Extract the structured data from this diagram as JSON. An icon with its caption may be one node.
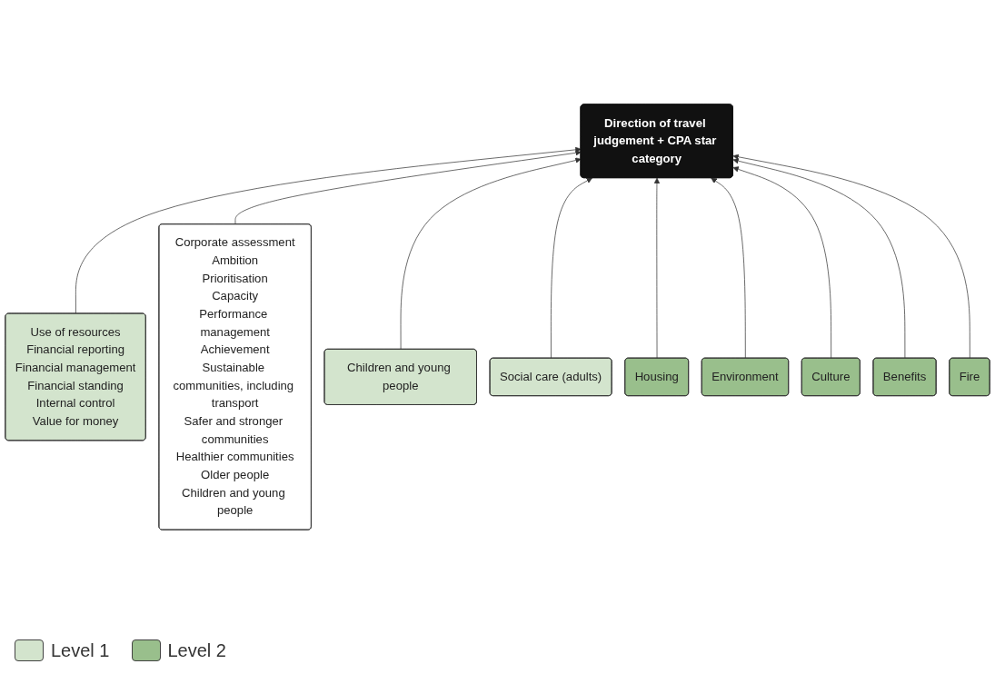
{
  "diagram": {
    "nodes": [
      {
        "text": [
          "Use of resources",
          "Financial reporting",
          "Financial management",
          "Financial standing",
          "Internal control",
          "Value for money"
        ]
      },
      {
        "text": [
          "Direction of travel judgement + CPA star category"
        ]
      },
      {
        "text": [
          "Corporate assessment",
          "Ambition",
          "Prioritisation",
          "Capacity",
          "Performance management",
          "Achievement",
          "Sustainable communities, including transport",
          "Safer and stronger communities",
          "Healthier communities",
          "Older people",
          "Children and young people"
        ]
      },
      {
        "text": [
          "Children and young people"
        ]
      },
      {
        "text": [
          "Social care (adults)"
        ]
      },
      {
        "text": [
          "Housing"
        ]
      },
      {
        "text": [
          "Environment"
        ]
      },
      {
        "text": [
          "Culture"
        ]
      },
      {
        "text": [
          "Benefits"
        ]
      },
      {
        "text": [
          "Fire"
        ]
      }
    ],
    "edges": [
      {
        "from": 0,
        "to": 1,
        "arrow": "to"
      },
      {
        "from": 2,
        "to": 1,
        "arrow": "to"
      },
      {
        "from": 3,
        "to": 1,
        "arrow": "to"
      },
      {
        "from": 4,
        "to": 1,
        "arrow": "to"
      },
      {
        "from": 5,
        "to": 1,
        "arrow": "to"
      },
      {
        "from": 6,
        "to": 1,
        "arrow": "to"
      },
      {
        "from": 7,
        "to": 1,
        "arrow": "to"
      },
      {
        "from": 8,
        "to": 1,
        "arrow": "to"
      },
      {
        "from": 9,
        "to": 1,
        "arrow": "to"
      }
    ],
    "legend": [
      {
        "text": "Level 1",
        "color": "#d3e4cd"
      },
      {
        "text": "Level 2",
        "color": "#99bf8c"
      }
    ]
  }
}
